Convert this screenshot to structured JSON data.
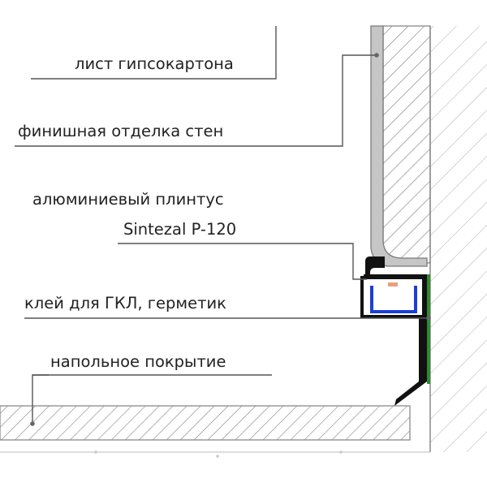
{
  "labels": {
    "gypsum_sheet": "лист гипсокартона",
    "wall_finish": "финишная отделка стен",
    "profile_line1": "алюминиевый плинтус",
    "profile_line2": "Sintezal P-120",
    "glue_sealant": "клей для ГКЛ, герметик",
    "floor_covering": "напольное покрытие"
  },
  "colors": {
    "line": "#555555",
    "hatch": "#8a8a8a",
    "gypsum_fill": "#c6c6c6",
    "profile": "#111111",
    "led": "#1b3fd6",
    "led_dot": "#e9a07a",
    "sealant": "#2f8a2f",
    "text": "#222222"
  }
}
